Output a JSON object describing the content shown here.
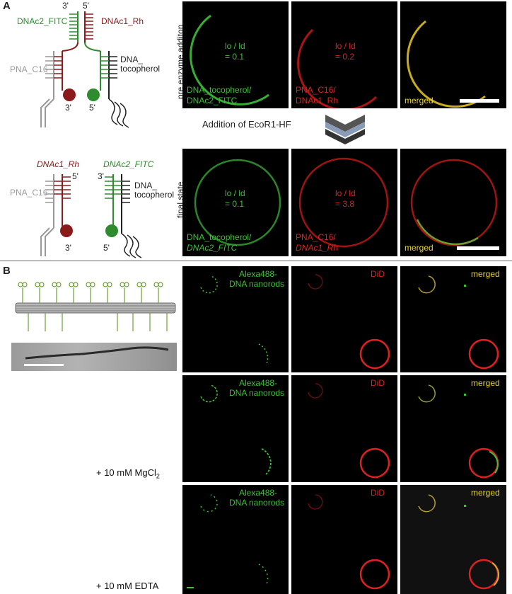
{
  "panelA": {
    "letter": "A",
    "top_diagram": {
      "label_dnac2": "DNAc2_FITC",
      "label_dnac1": "DNAc1_Rh",
      "label_pna": "PNA_C16",
      "label_dna_line1": "DNA_",
      "label_dna_line2": "tocopherol",
      "end_3_top": "3'",
      "end_5_top": "5'",
      "end_3_bottom": "3'",
      "end_5_bottom": "5'"
    },
    "bottom_diagram": {
      "label_dnac1": "DNAc1_Rh",
      "label_dnac2": "DNAc2_FITC",
      "label_pna": "PNA_C16",
      "label_dna_line1": "DNA_",
      "label_dna_line2": "tocopherol",
      "end_5_left": "5'",
      "end_3_left": "3'",
      "end_3_right": "3'",
      "end_5_right": "5'"
    },
    "row_pre": {
      "side_label": "pre enzyme additon",
      "green_ratio_line1": "lo / ld",
      "green_ratio_line2": "= 0.1",
      "red_ratio_line1": "lo / ld",
      "red_ratio_line2": "= 0.2",
      "green_caption_line1": "DNA_tocopherol/",
      "green_caption_line2": "DNAc2_FITC",
      "red_caption_line1": "PNA_C16/",
      "red_caption_line2": "DNAc1_Rh",
      "merged": "merged"
    },
    "enzyme_label": "Addition of EcoR1-HF",
    "row_final": {
      "side_label": "final state",
      "green_ratio_line1": "lo / ld",
      "green_ratio_line2": "= 0.1",
      "red_ratio_line1": "lo / ld",
      "red_ratio_line2": "= 3.8",
      "green_caption_line1": "DNA_tocopherol/",
      "green_caption_line2": "DNAc2_FITC",
      "red_caption_line1": "PNA_C16/",
      "red_caption_line2": "DNAc1_Rh",
      "merged": "merged"
    }
  },
  "panelB": {
    "letter": "B",
    "channel_green_line1": "Alexa488-",
    "channel_green_line2": "DNA nanorods",
    "channel_red": "DiD",
    "channel_merged": "merged",
    "condition_mg": "+ 10 mM MgCl",
    "condition_mg_sub": "2",
    "condition_edta": "+ 10 mM EDTA"
  },
  "colors": {
    "green": "#3fbf3a",
    "red": "#e02020",
    "yellow": "#e8d22a",
    "dark_red": "#8b1a1a",
    "dark_green": "#2e8b2e"
  }
}
